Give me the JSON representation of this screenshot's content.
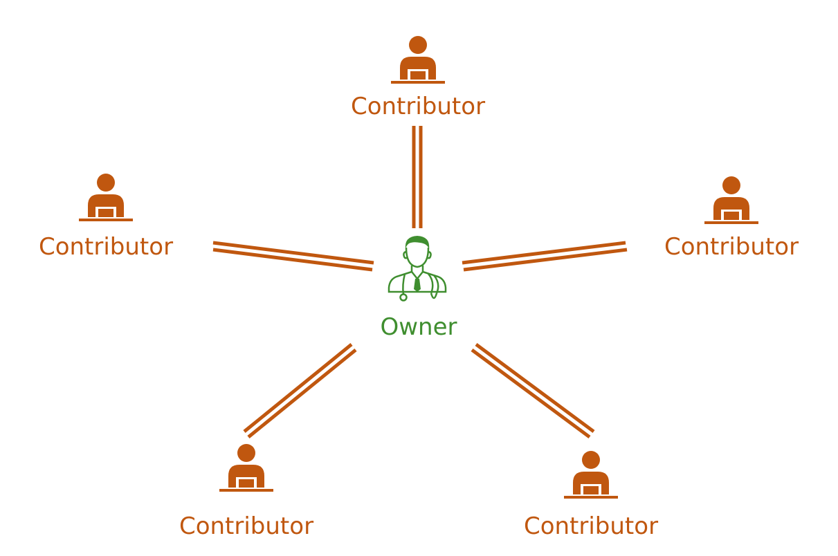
{
  "colors": {
    "contributor": "#c0570f",
    "owner": "#3f8e2f",
    "background": "#ffffff"
  },
  "owner": {
    "label": "Owner",
    "icon": "doctor-icon"
  },
  "contributors": [
    {
      "label": "Contributor",
      "icon": "person-at-laptop-icon"
    },
    {
      "label": "Contributor",
      "icon": "person-at-laptop-icon"
    },
    {
      "label": "Contributor",
      "icon": "person-at-laptop-icon"
    },
    {
      "label": "Contributor",
      "icon": "person-at-laptop-icon"
    },
    {
      "label": "Contributor",
      "icon": "person-at-laptop-icon"
    }
  ],
  "connection_style": "double-line"
}
